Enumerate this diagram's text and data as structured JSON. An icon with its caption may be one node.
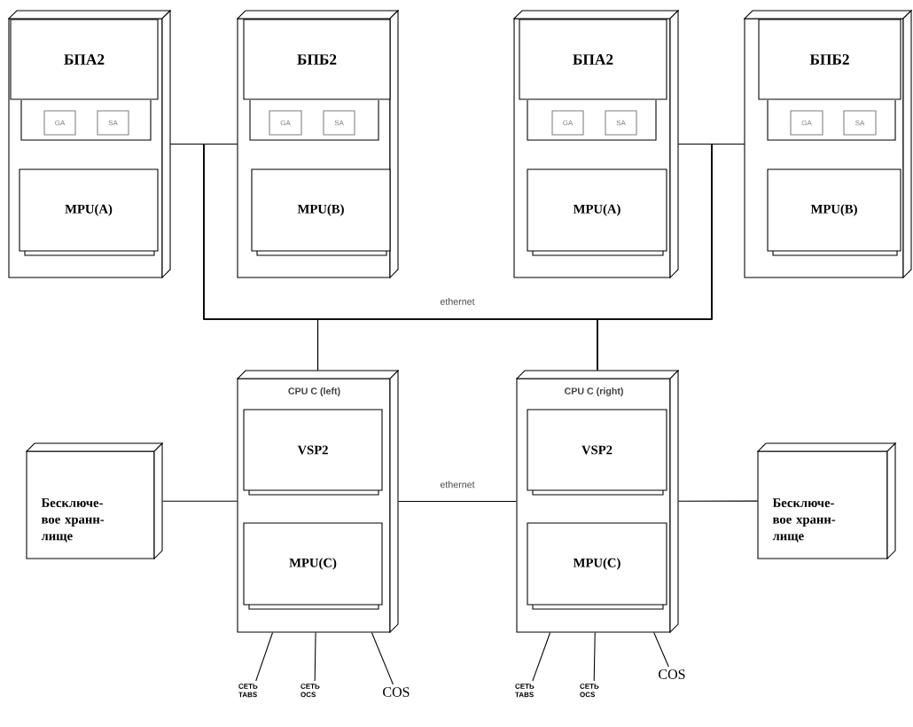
{
  "diagram": {
    "nodes": [
      {
        "text": [],
        "shape": "box"
      },
      {
        "text": [
          "БПА2"
        ],
        "in": 0
      },
      {
        "text": [
          "GA"
        ],
        "in": 0
      },
      {
        "text": [
          "SA"
        ],
        "in": 0
      },
      {
        "text": [
          "MPU(A)"
        ],
        "in": 0
      },
      {
        "text": [],
        "shape": "box"
      },
      {
        "text": [
          "БПБ2"
        ],
        "in": 5
      },
      {
        "text": [
          "GA"
        ],
        "in": 5
      },
      {
        "text": [
          "SA"
        ],
        "in": 5
      },
      {
        "text": [
          "MPU(B)"
        ],
        "in": 5
      },
      {
        "text": [],
        "shape": "box"
      },
      {
        "text": [
          "БПА2"
        ],
        "in": 10
      },
      {
        "text": [
          "GA"
        ],
        "in": 10
      },
      {
        "text": [
          "SA"
        ],
        "in": 10
      },
      {
        "text": [
          "MPU(A)"
        ],
        "in": 10
      },
      {
        "text": [],
        "shape": "box"
      },
      {
        "text": [
          "БПБ2"
        ],
        "in": 15
      },
      {
        "text": [
          "GA"
        ],
        "in": 15
      },
      {
        "text": [
          "SA"
        ],
        "in": 15
      },
      {
        "text": [
          "MPU(B)"
        ],
        "in": 15
      },
      {
        "text": [
          "CPU C (left)"
        ]
      },
      {
        "text": [
          "VSP2"
        ],
        "in": 20
      },
      {
        "text": [
          "MPU(C)"
        ],
        "in": 20
      },
      {
        "text": [
          "CPU C (right)"
        ]
      },
      {
        "text": [
          "VSP2"
        ],
        "in": 23
      },
      {
        "text": [
          "MPU(C)"
        ],
        "in": 23
      },
      {
        "text": [
          "Бесключе- вое хранн- лище"
        ]
      },
      {
        "text": [
          "Бесключе- вое хранн- лище"
        ]
      },
      {
        "text": [
          "СЕТЬ TABS"
        ]
      },
      {
        "text": [
          "СЕТЬ OCS"
        ]
      },
      {
        "text": [
          "COS"
        ]
      },
      {
        "text": [
          "СЕТЬ TABS"
        ]
      },
      {
        "text": [
          "СЕТЬ OCS"
        ]
      },
      {
        "text": [
          "COS"
        ]
      }
    ],
    "edges": [
      {
        "from": 0,
        "to": 5,
        "arrow": "none"
      },
      {
        "from": 10,
        "to": 15,
        "arrow": "none"
      },
      {
        "from": 20,
        "to": 0,
        "arrow": "none"
      },
      {
        "from": 20,
        "to": 5,
        "arrow": "none"
      },
      {
        "from": 20,
        "to": 10,
        "arrow": "none"
      },
      {
        "from": 20,
        "to": 15,
        "arrow": "none"
      },
      {
        "from": 23,
        "to": 0,
        "arrow": "none"
      },
      {
        "from": 23,
        "to": 5,
        "arrow": "none"
      },
      {
        "from": 23,
        "to": 10,
        "arrow": "none"
      },
      {
        "from": 23,
        "to": 15,
        "arrow": "none"
      },
      {
        "from": 20,
        "to": 23,
        "arrow": "none",
        "label": "ethernet"
      },
      {
        "from": 26,
        "to": 20,
        "arrow": "none"
      },
      {
        "from": 23,
        "to": 27,
        "arrow": "none"
      },
      {
        "from": 20,
        "to": 28,
        "arrow": "none"
      },
      {
        "from": 20,
        "to": 29,
        "arrow": "none"
      },
      {
        "from": 20,
        "to": 30,
        "arrow": "none"
      },
      {
        "from": 23,
        "to": 31,
        "arrow": "none"
      },
      {
        "from": 23,
        "to": 32,
        "arrow": "none"
      },
      {
        "from": 23,
        "to": 33,
        "arrow": "none"
      }
    ],
    "labels": [
      "ethernet"
    ]
  }
}
